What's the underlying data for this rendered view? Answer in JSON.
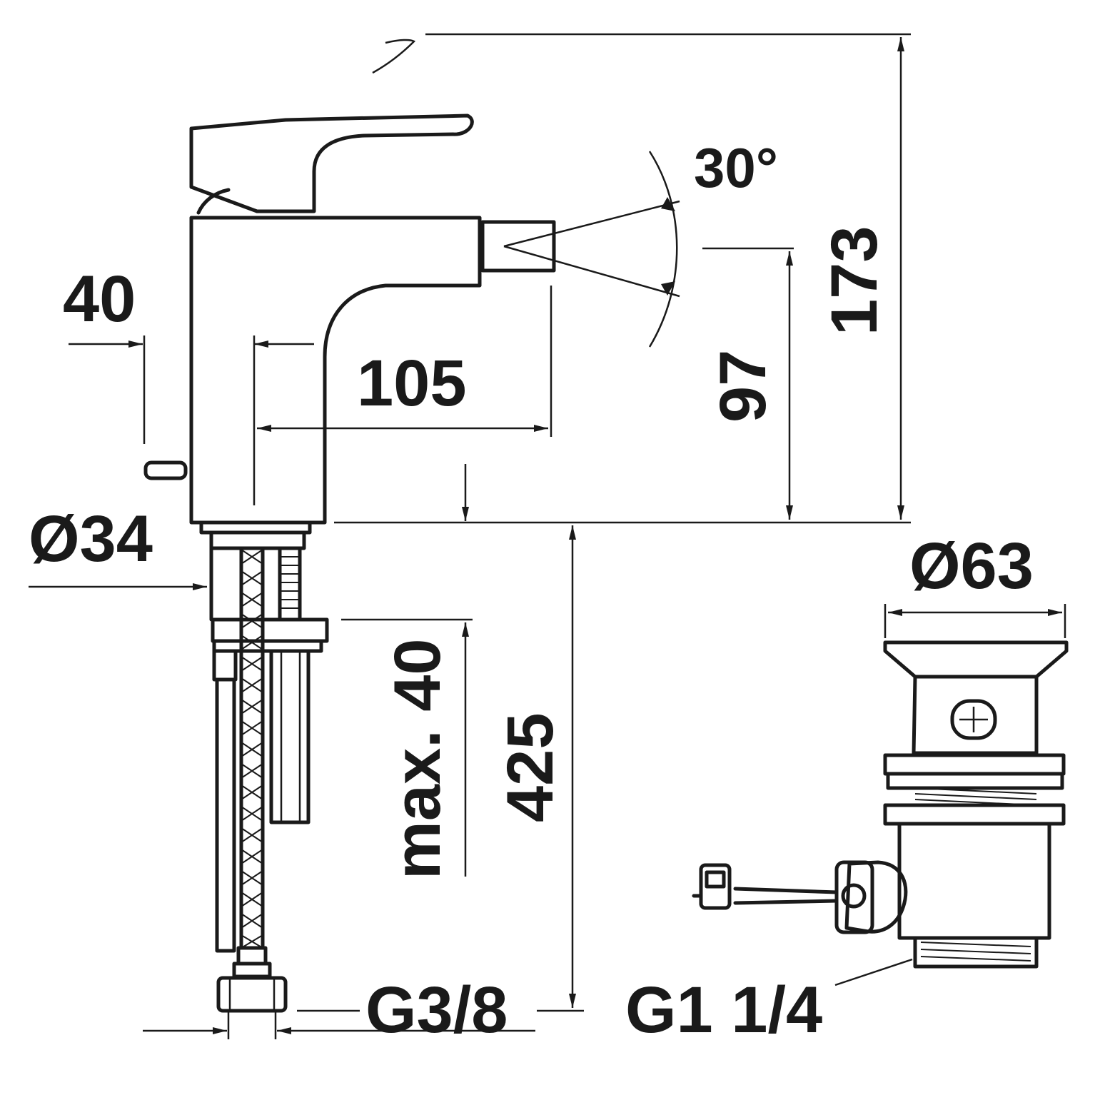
{
  "colors": {
    "line": "#1a1a1a",
    "background": "#ffffff"
  },
  "dimensions": {
    "d40_top": "40",
    "d105": "105",
    "angle": "30°",
    "d97": "97",
    "d173": "173",
    "dia34": "Ø34",
    "dia63": "Ø63",
    "max40": "max. 40",
    "d425": "425",
    "g38": "G3/8",
    "g114": "G1 1/4"
  }
}
